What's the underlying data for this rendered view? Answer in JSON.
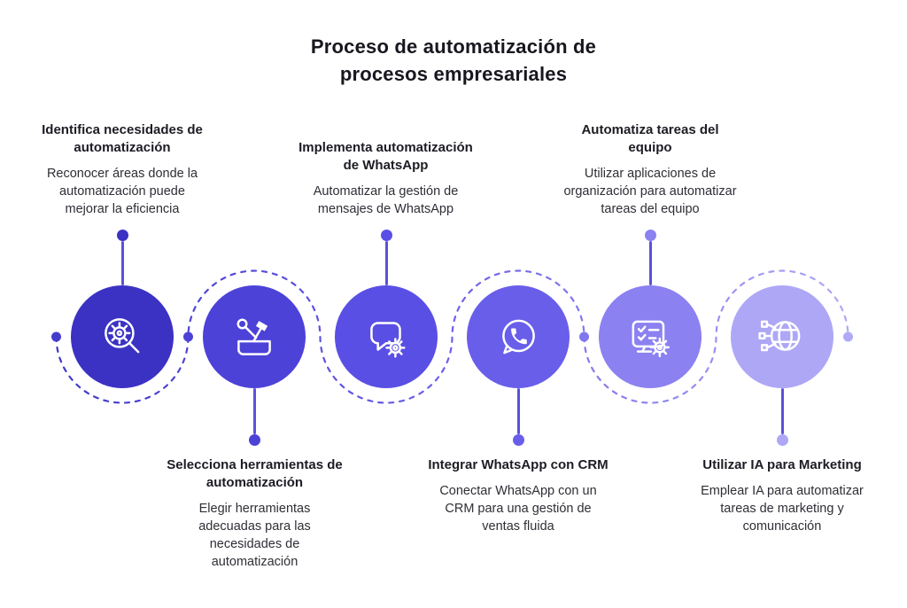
{
  "title": "Proceso de automatización de procesos empresariales",
  "wave": {
    "gradient": [
      "#4038c8",
      "#6c61e8",
      "#b0a9f6"
    ],
    "dot_colors": [
      "#453cce",
      "#4c42d8",
      "#8076ee",
      "#b0a9f6"
    ]
  },
  "steps": [
    {
      "title": "Identifica necesidades de automatización",
      "description": "Reconocer áreas donde la automatización puede mejorar la eficiencia",
      "icon": "magnifier-gear-icon",
      "color": "#3b32c4",
      "label_position": "top"
    },
    {
      "title": "Selecciona herramientas de automatización",
      "description": "Elegir herramientas adecuadas para las necesidades de automatización",
      "icon": "toolbox-icon",
      "color": "#4c42d8",
      "label_position": "bottom"
    },
    {
      "title": "Implementa automatización de WhatsApp",
      "description": "Automatizar la gestión de mensajes de WhatsApp",
      "icon": "chat-gear-icon",
      "color": "#5a4fe4",
      "label_position": "top"
    },
    {
      "title": "Integrar WhatsApp con CRM",
      "description": "Conectar WhatsApp con un CRM para una gestión de ventas fluida",
      "icon": "whatsapp-phone-icon",
      "color": "#695eea",
      "label_position": "bottom"
    },
    {
      "title": "Automatiza tareas del equipo",
      "description": "Utilizar aplicaciones de organización para automatizar tareas del equipo",
      "icon": "checklist-gear-icon",
      "color": "#8b81f1",
      "label_position": "top"
    },
    {
      "title": "Utilizar IA para Marketing",
      "description": "Emplear IA para automatizar tareas de marketing y comunicación",
      "icon": "ai-network-icon",
      "color": "#aea7f6",
      "label_position": "bottom"
    }
  ]
}
